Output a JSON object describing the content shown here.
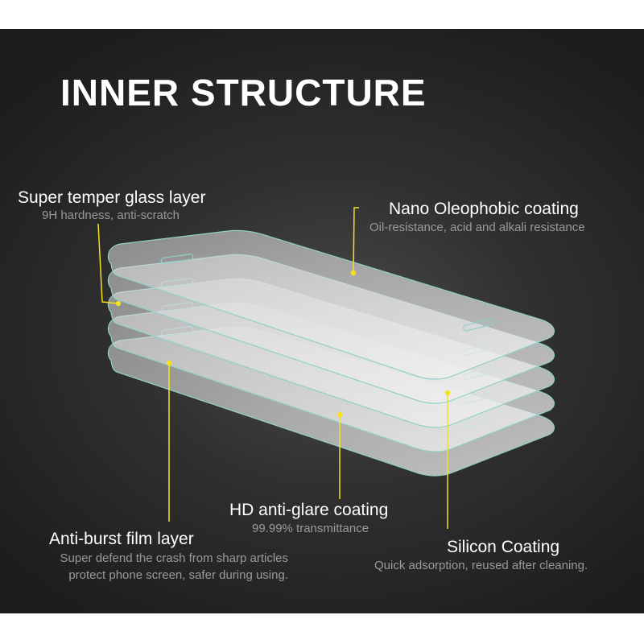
{
  "title": "INNER STRUCTURE",
  "labels": {
    "super_temper": {
      "title": "Super temper glass layer",
      "desc": "9H hardness, anti-scratch"
    },
    "nano": {
      "title": "Nano Oleophobic coating",
      "desc": "Oil-resistance, acid and alkali resistance"
    },
    "hd": {
      "title": "HD anti-glare coating",
      "desc": "99.99% transmittance"
    },
    "anti_burst": {
      "title": "Anti-burst film layer",
      "desc_line1": "Super defend the crash from sharp articles",
      "desc_line2": "protect phone screen, safer during using."
    },
    "silicon": {
      "title": "Silicon Coating",
      "desc": "Quick adsorption, reused after cleaning."
    }
  },
  "colors": {
    "background": "#2e2e2e",
    "accent_yellow": "#f6e21c",
    "layer_edge": "#8fd0c8",
    "text_primary": "#ffffff",
    "text_secondary": "#9a9a9a"
  }
}
